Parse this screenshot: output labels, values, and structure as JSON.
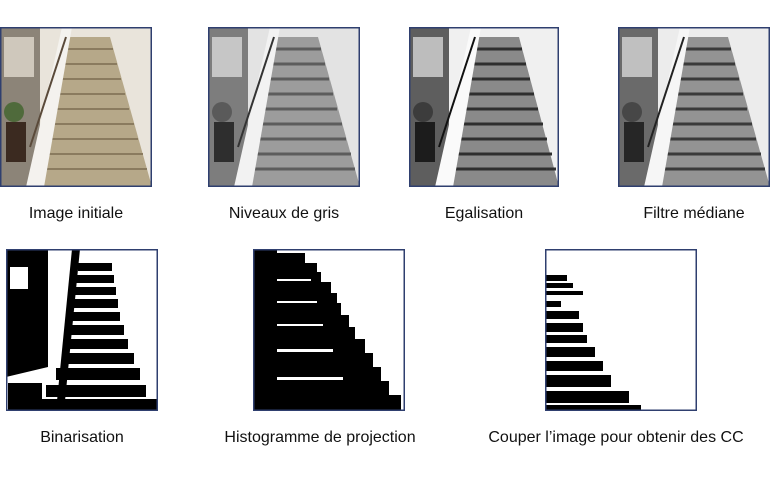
{
  "pipeline": {
    "steps": [
      {
        "id": "initial",
        "caption": "Image initiale",
        "style": "color"
      },
      {
        "id": "gray",
        "caption": "Niveaux de gris",
        "style": "gray"
      },
      {
        "id": "equalized",
        "caption": "Egalisation",
        "style": "gray-contrast"
      },
      {
        "id": "median",
        "caption": "Filtre médiane",
        "style": "gray-soft"
      },
      {
        "id": "binarized",
        "caption": "Binarisation",
        "style": "binary"
      },
      {
        "id": "projection",
        "caption": "Histogramme de projection",
        "style": "projection"
      },
      {
        "id": "cut",
        "caption": "Couper l’image pour obtenir des CC",
        "style": "cut"
      }
    ]
  },
  "colors": {
    "frame": "#2f3f6f",
    "text": "#111111"
  }
}
